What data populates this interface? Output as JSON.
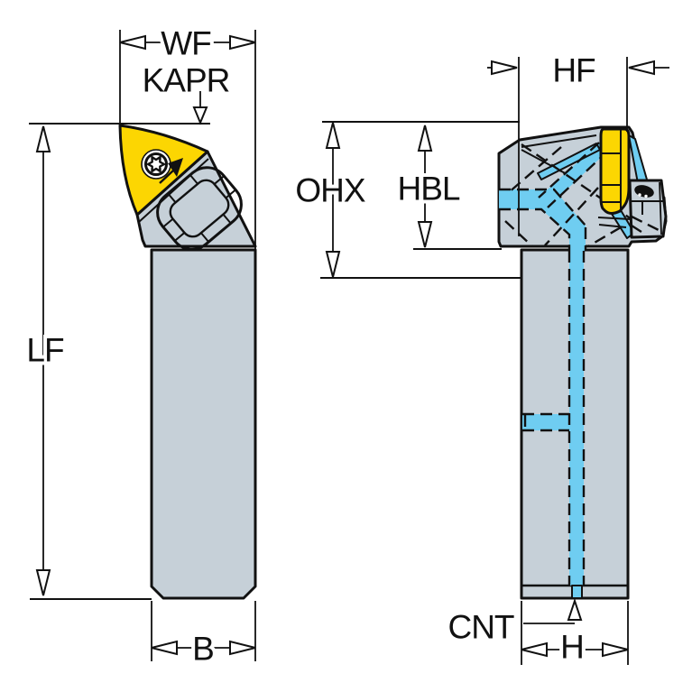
{
  "drawing": {
    "description": "Tool holder dimensional drawing, two orthographic views",
    "front_view": {
      "labels": {
        "wf": "WF",
        "kapr": "KAPR",
        "lf": "LF",
        "b": "B"
      }
    },
    "side_view": {
      "labels": {
        "hf": "HF",
        "ohx": "OHX",
        "hbl": "HBL",
        "cnt": "CNT",
        "h": "H"
      }
    },
    "colors": {
      "body": "#c6d0d8",
      "insert": "#fcd602",
      "coolant": "#6fcdf1",
      "line": "#111111",
      "bg": "#ffffff"
    }
  }
}
